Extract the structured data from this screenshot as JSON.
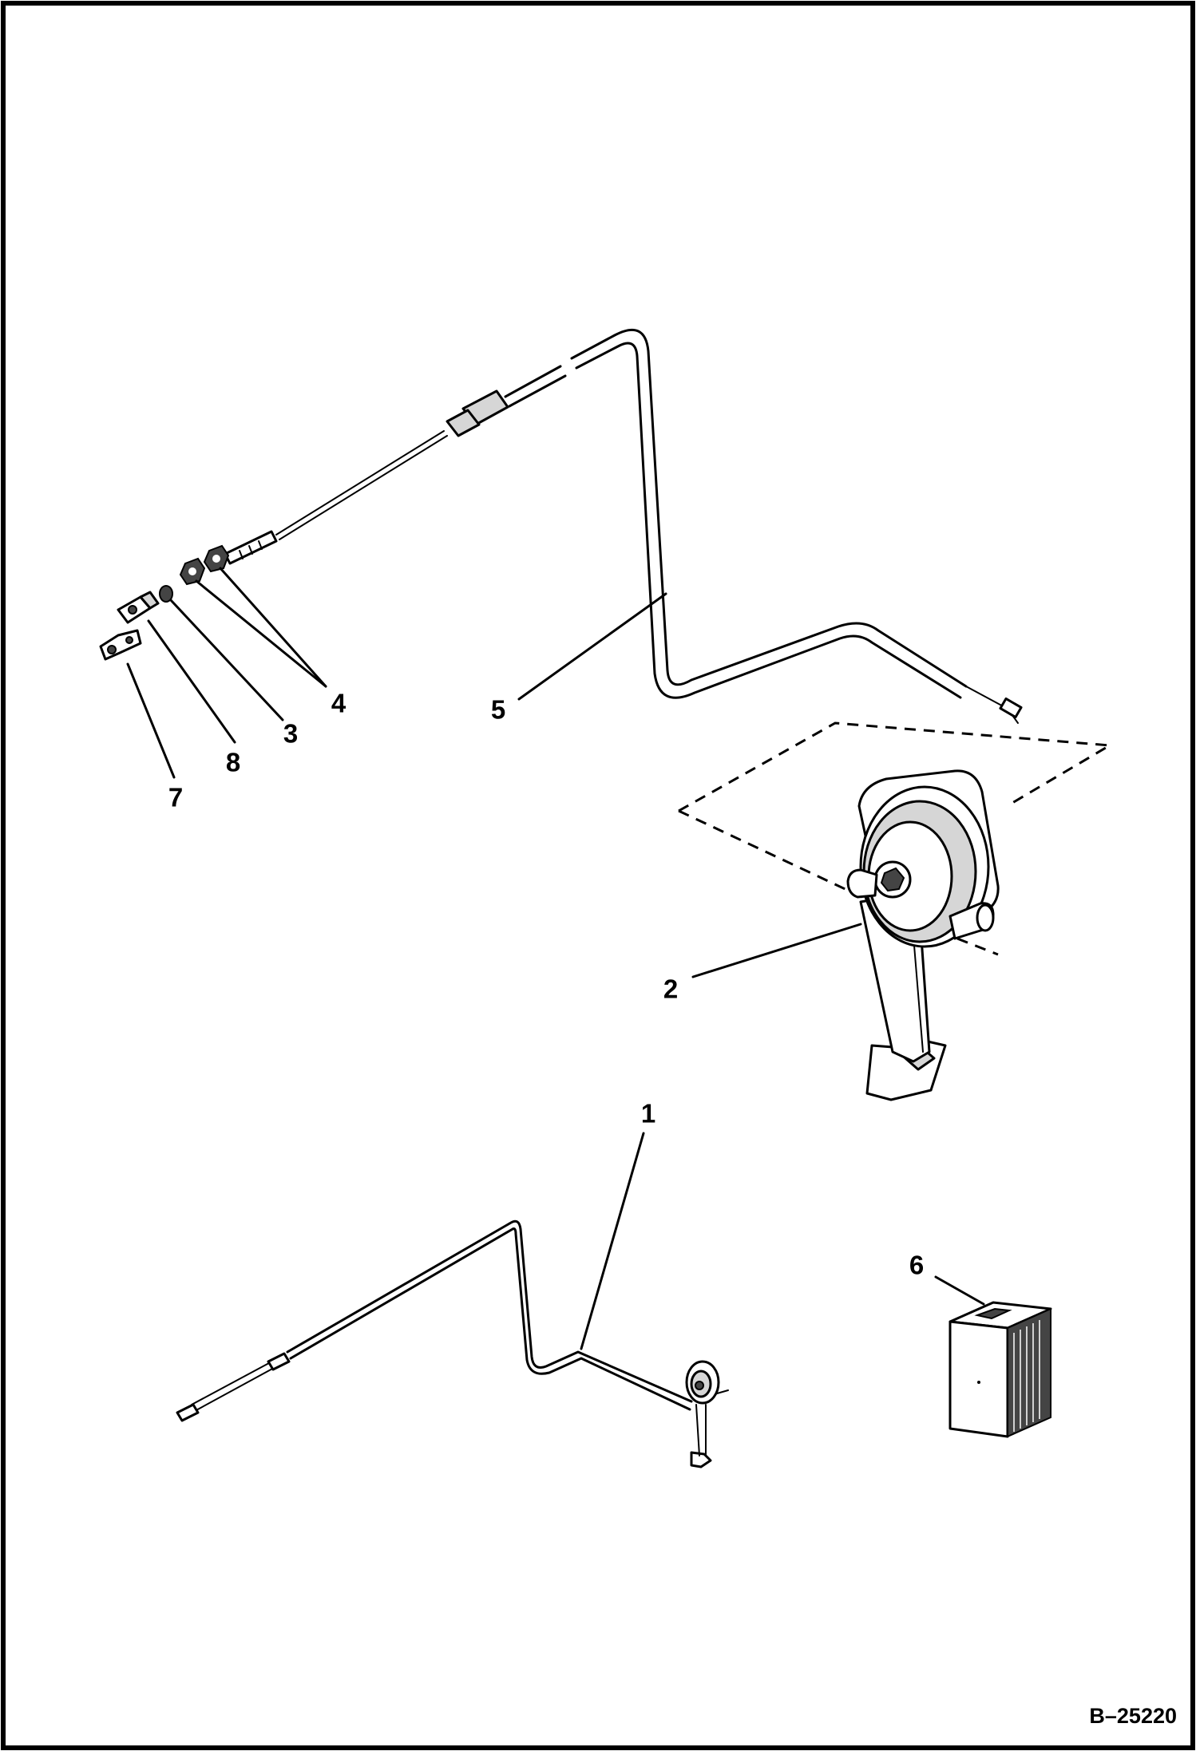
{
  "diagram": {
    "drawing_code": "B–25220",
    "callouts": {
      "c1": "1",
      "c2": "2",
      "c3": "3",
      "c4": "4",
      "c5": "5",
      "c6": "6",
      "c7": "7",
      "c8": "8"
    }
  }
}
